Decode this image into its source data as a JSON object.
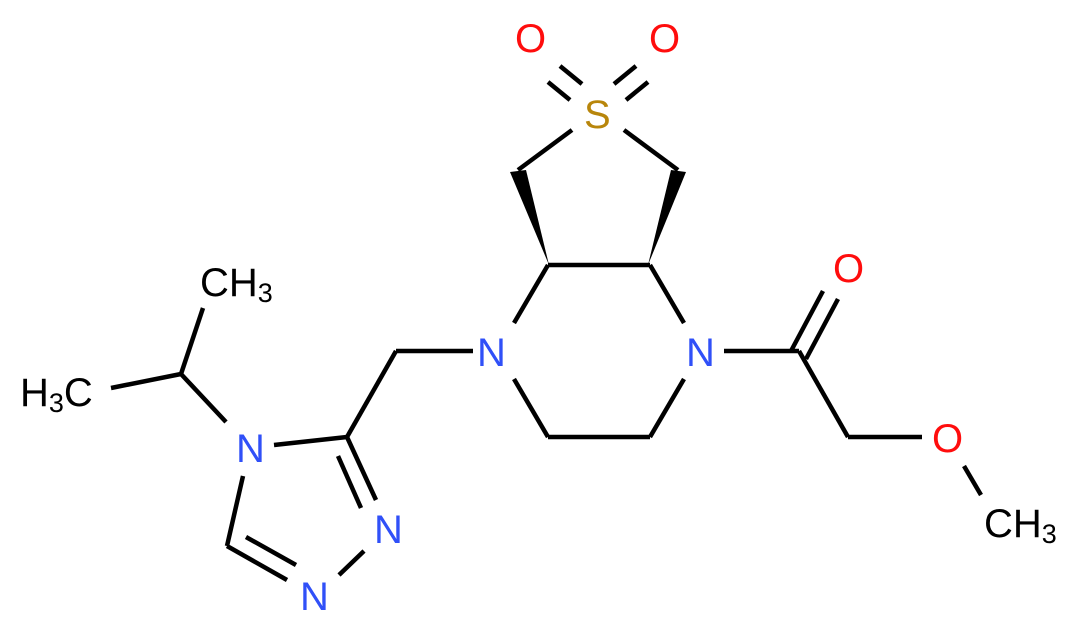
{
  "molecule": {
    "description": "1-[(4aR,7aS)-4-[(4-isopropyl-1,2,4-triazol-3-yl)methyl]-6,6-dioxo-hexahydrothieno[3,4-b]pyrazin-1-yl]-2-methoxyethanone",
    "colors": {
      "carbon": "#000000",
      "nitrogen": "#3050F8",
      "oxygen": "#FF0D0D",
      "sulfur": "#B8860B",
      "background": "#FFFFFF"
    },
    "atoms": {
      "sulfonyl_o_left": {
        "symbol": "O"
      },
      "sulfonyl_o_right": {
        "symbol": "O"
      },
      "sulfur": {
        "symbol": "S"
      },
      "piperazine_n_left": {
        "symbol": "N"
      },
      "piperazine_n_right": {
        "symbol": "N"
      },
      "carbonyl_o": {
        "symbol": "O"
      },
      "ether_o": {
        "symbol": "O"
      },
      "methoxy_ch3": {
        "main": "CH",
        "sub": "3"
      },
      "isopropyl_ch3_top": {
        "main": "CH",
        "sub": "3"
      },
      "isopropyl_h3c_left": {
        "pre": "H",
        "sub": "3",
        "post": "C"
      },
      "triazole_n4": {
        "symbol": "N"
      },
      "triazole_n2": {
        "symbol": "N"
      },
      "triazole_n1": {
        "symbol": "N"
      }
    },
    "stereo": {
      "wedge_left": "solid wedge from C4a to CH2 (ring fusion)",
      "wedge_right": "solid wedge from C7a to CH2 (ring fusion)"
    }
  }
}
